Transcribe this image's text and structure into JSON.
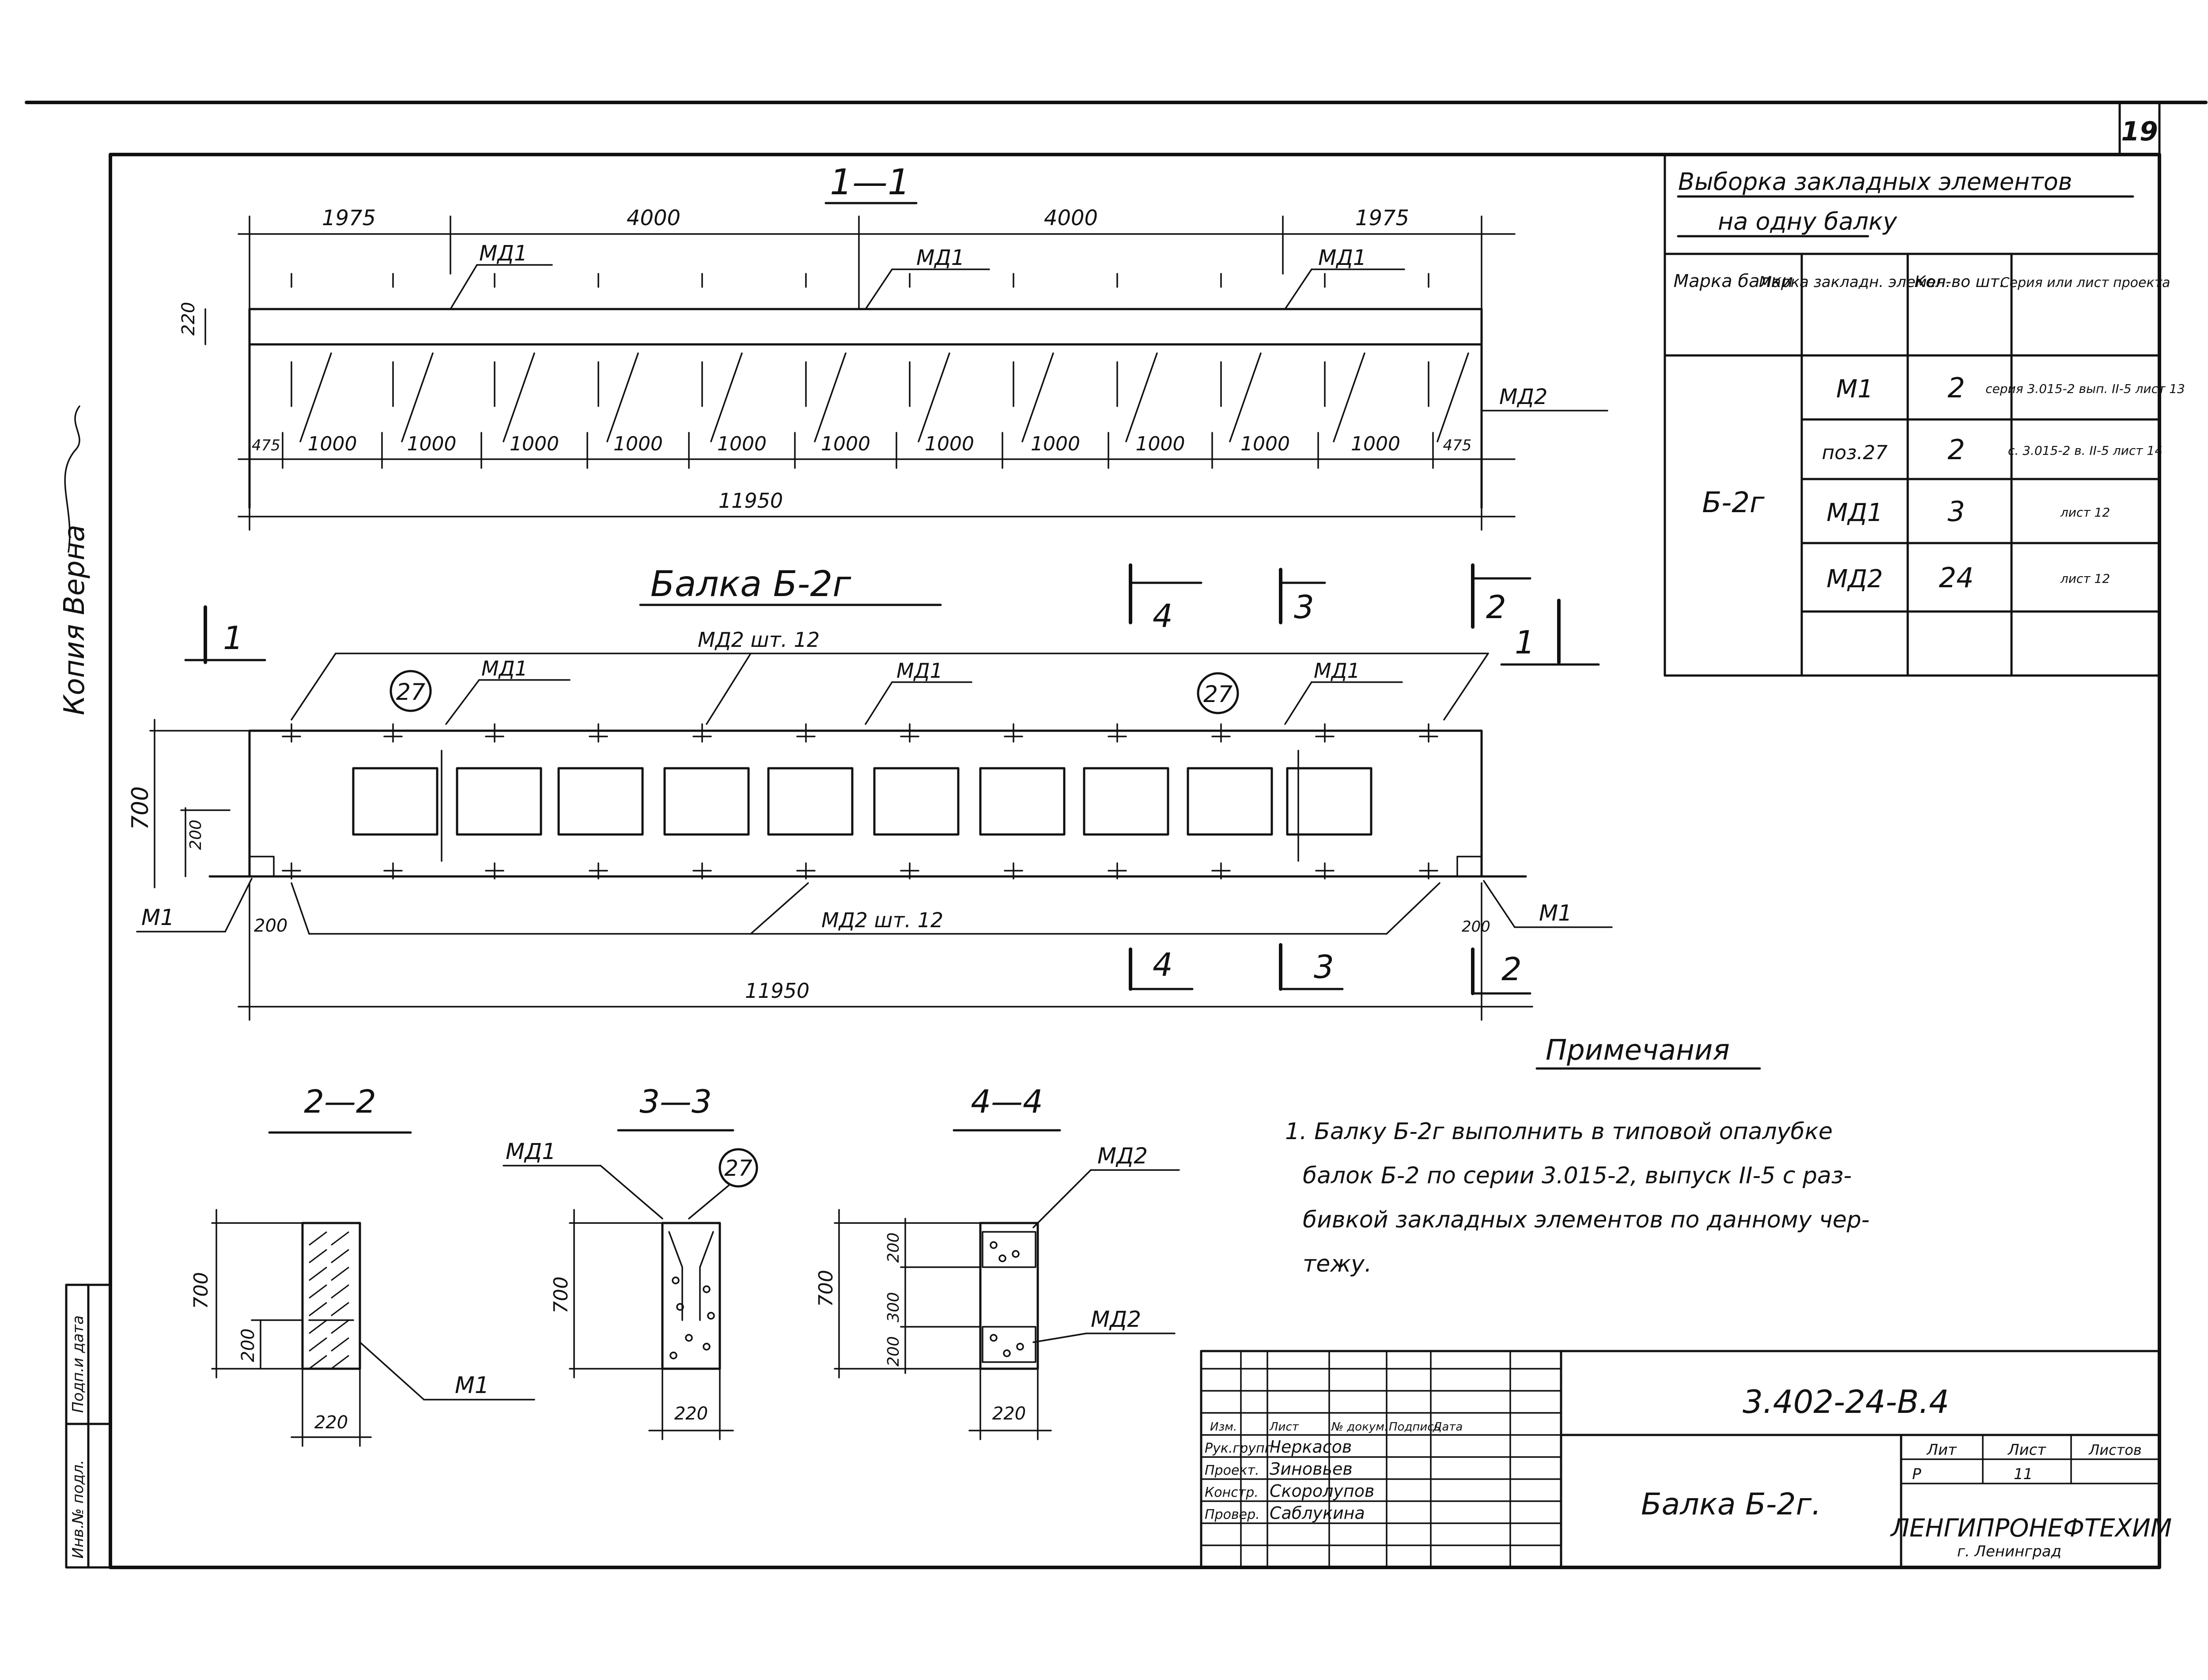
{
  "sheet_number": "19",
  "side_stamp": "Копия Верна",
  "left_margin": {
    "field1": "Подп.и дата",
    "field2": "Инв.№ подл."
  },
  "section_1_1": {
    "title": "1—1",
    "top_dims": [
      "1975",
      "4000",
      "4000",
      "1975"
    ],
    "bottom_dims": [
      "475",
      "1000",
      "1000",
      "1000",
      "1000",
      "1000",
      "1000",
      "1000",
      "1000",
      "1000",
      "1000",
      "1000",
      "475"
    ],
    "total": "11950",
    "height": "220",
    "labels": {
      "md1": "МД1",
      "md2": "МД2"
    }
  },
  "beam_view": {
    "title": "Балка Б-2г",
    "height": "700",
    "inner_height": "200",
    "support": "200",
    "end_dim": "200",
    "total": "11950",
    "top_note": "МД2   шт. 12",
    "bottom_note": "МД2   шт. 12",
    "pos_label": "27",
    "labels": {
      "md1": "МД1",
      "m1": "М1"
    },
    "cuts": {
      "c1": "1",
      "c2": "2",
      "c3": "3",
      "c4": "4"
    }
  },
  "sections": {
    "s22": {
      "title": "2—2",
      "height": "700",
      "lower": "200",
      "width": "220",
      "label": "М1"
    },
    "s33": {
      "title": "3—3",
      "height": "700",
      "width": "220",
      "label": "МД1",
      "pos": "27"
    },
    "s44": {
      "title": "4—4",
      "height": "700",
      "d_top": "200",
      "d_mid": "300",
      "d_bot": "200",
      "width": "220",
      "label_top": "МД2",
      "label_bot": "МД2"
    }
  },
  "table": {
    "title_line1": "Выборка закладных элементов",
    "title_line2": "на одну балку",
    "headers": [
      "Марка балки",
      "Марка закладн. элемен.",
      "Кол-во шт.",
      "Серия или лист проекта"
    ],
    "beam_mark": "Б-2г",
    "rows": [
      {
        "element": "М1",
        "qty": "2",
        "series": "серия 3.015-2 вып. II-5 лист 13"
      },
      {
        "element": "поз.27",
        "qty": "2",
        "series": "с. 3.015-2 в. II-5 лист 14"
      },
      {
        "element": "МД1",
        "qty": "3",
        "series": "лист 12"
      },
      {
        "element": "МД2",
        "qty": "24",
        "series": "лист 12"
      },
      {
        "element": "",
        "qty": "",
        "series": ""
      }
    ]
  },
  "notes": {
    "heading": "Примечания",
    "lines": [
      "1. Балку Б-2г выполнить в типовой опалубке",
      "балок Б-2 по серии 3.015-2, выпуск II-5 с раз-",
      "бивкой закладных элементов по данному чер-",
      "тежу."
    ]
  },
  "title_block": {
    "code": "3.402-24-В.4",
    "title": "Балка Б-2г.",
    "col_headers": [
      "Изм.",
      "Лист",
      "№ докум.",
      "Подпись",
      "Дата"
    ],
    "people": [
      {
        "role": "Рук.групп",
        "name": "Черкасов"
      },
      {
        "role": "Проект.",
        "name": "Зиновьев"
      },
      {
        "role": "Констр.",
        "name": "Скоролупов"
      },
      {
        "role": "Провер.",
        "name": "Саблукина"
      }
    ],
    "stage_headers": [
      "Лит",
      "Лист",
      "Листов"
    ],
    "stage": "Р",
    "sheet": "11",
    "org": "ЛЕНГИПРОНЕФТЕХИМ",
    "city": "г. Ленинград"
  }
}
